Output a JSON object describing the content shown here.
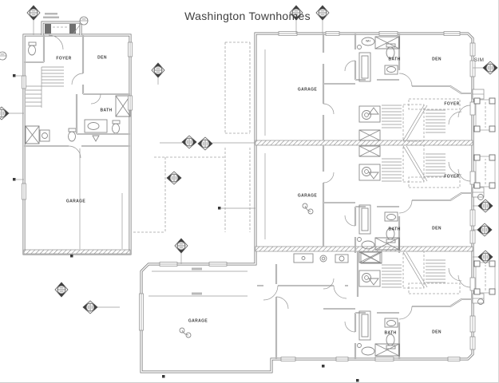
{
  "title": "Washington Townhomes",
  "drawing": {
    "rooms": {
      "left_unit": {
        "foyer": "FOYER",
        "den": "DEN",
        "bath": "BATH",
        "garage": "GARAGE"
      },
      "unit1": {
        "garage": "GARAGE",
        "bath": "BATH",
        "den": "DEN",
        "foyer": "FOYER",
        "water_heater": "WH"
      },
      "unit2": {
        "garage": "GARAGE",
        "foyer": "FOYER",
        "bath": "BATH",
        "den": "DEN"
      },
      "unit3": {
        "garage": "GARAGE",
        "bath": "BATH",
        "den": "DEN"
      }
    },
    "annotations": {
      "sim": "SIM"
    },
    "colors": {
      "wall": "#6f6f6f",
      "thin_line": "#949494",
      "text": "#3c3c3c",
      "marker_fill": "#3f3f3f",
      "background": "#ffffff"
    }
  }
}
